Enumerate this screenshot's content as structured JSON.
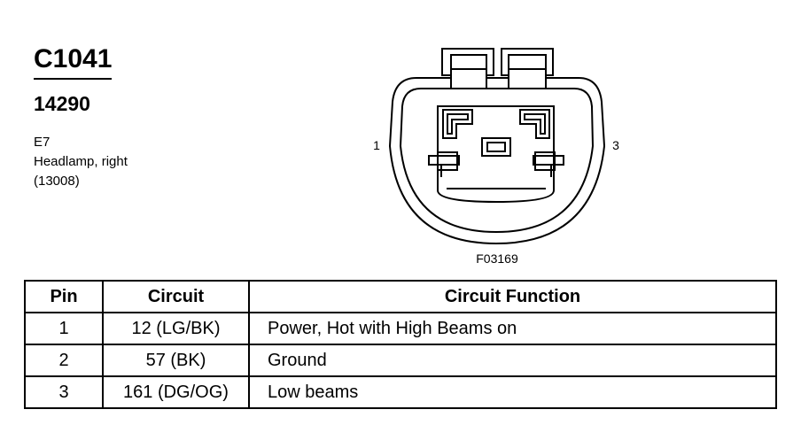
{
  "connector": {
    "id": "C1041",
    "part_number": "14290",
    "location": "E7",
    "description": "Headlamp, right",
    "reference": "(13008)"
  },
  "diagram": {
    "pin_left_label": "1",
    "pin_right_label": "3",
    "figure_code": "F03169"
  },
  "table": {
    "headers": [
      "Pin",
      "Circuit",
      "Circuit Function"
    ],
    "rows": [
      {
        "pin": "1",
        "circuit": "12 (LG/BK)",
        "function": "Power, Hot with High Beams on"
      },
      {
        "pin": "2",
        "circuit": "57 (BK)",
        "function": "Ground"
      },
      {
        "pin": "3",
        "circuit": "161 (DG/OG)",
        "function": "Low beams"
      }
    ]
  }
}
